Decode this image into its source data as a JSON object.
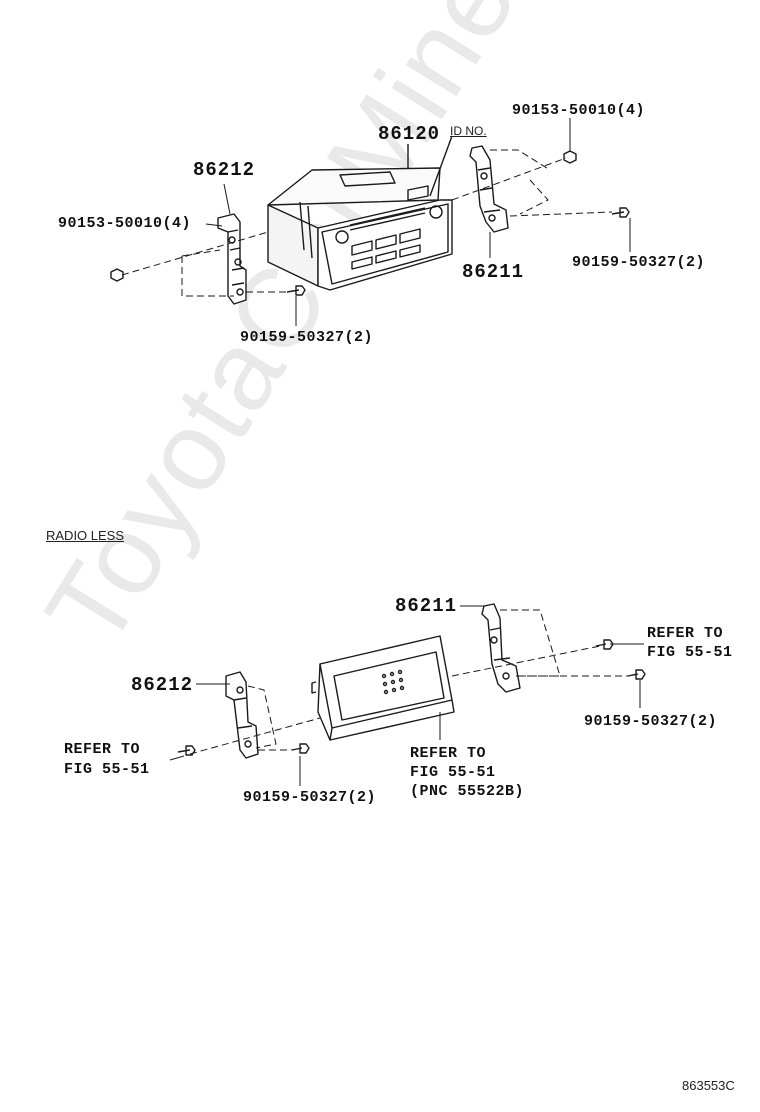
{
  "watermark": "ToyotaCarMine.ru",
  "upper": {
    "head_unit_part": "86120",
    "id_label": "ID NO.",
    "left_bracket_part": "86212",
    "right_bracket_part": "86211",
    "nut_left": "90153-50010(4)",
    "nut_right": "90153-50010(4)",
    "screw_left": "90159-50327(2)",
    "screw_right": "90159-50327(2)"
  },
  "lower": {
    "section_title": "RADIO LESS",
    "left_bracket_part": "86212",
    "right_bracket_part": "86211",
    "refer_left_line1": "REFER TO",
    "refer_left_line2": "FIG 55-51",
    "refer_right_line1": "REFER TO",
    "refer_right_line2": "FIG 55-51",
    "refer_center_line1": "REFER TO",
    "refer_center_line2": "FIG 55-51",
    "refer_center_line3": "(PNC 55522B)",
    "screw_left": "90159-50327(2)",
    "screw_right": "90159-50327(2)"
  },
  "diagram_code": "863553C"
}
